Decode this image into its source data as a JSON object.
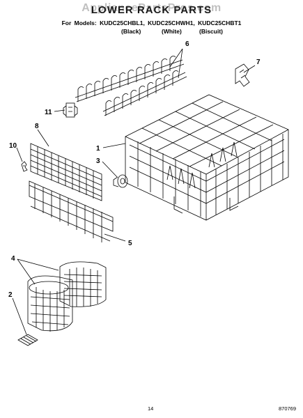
{
  "watermark": "AppliancePartsPros.com",
  "title": "LOWER RACK PARTS",
  "models_line": "For Models: KUDC25CHBL1, KUDC25CHWH1, KUDC25CHBT1",
  "colors": [
    "(Black)",
    "(White)",
    "(Biscuit)"
  ],
  "callouts": [
    "1",
    "2",
    "3",
    "4",
    "5",
    "6",
    "7",
    "8",
    "10",
    "11"
  ],
  "footer": {
    "page": "14",
    "code": "870769"
  }
}
